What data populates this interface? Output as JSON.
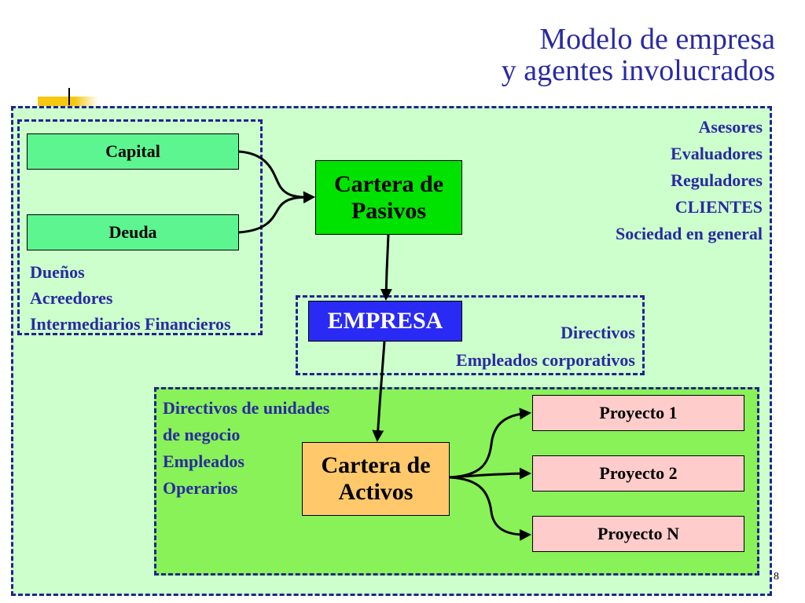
{
  "title": {
    "line1": "Modelo de empresa",
    "line2": "y agentes involucrados"
  },
  "boxes": {
    "capital": "Capital",
    "deuda": "Deuda",
    "pasivos": [
      "Cartera de",
      "Pasivos"
    ],
    "empresa": "EMPRESA",
    "activos": [
      "Cartera de",
      "Activos"
    ],
    "proyecto_1": "Proyecto 1",
    "proyecto_2": "Proyecto 2",
    "proyecto_n": "Proyecto N"
  },
  "labels": {
    "external": [
      "Asesores",
      "Evaluadores",
      "Reguladores",
      "CLIENTES",
      "Sociedad en general"
    ],
    "owners": [
      "Dueños",
      "Acreedores",
      "Intermediarios Financieros"
    ],
    "empresa": [
      "Directivos",
      "Empleados corporativos"
    ],
    "business": [
      "Directivos de unidades",
      "de negocio",
      "Empleados",
      "Operarios"
    ]
  },
  "page_number": "8",
  "colors": {
    "text_blue": "#2a2aa0",
    "outer_fill": "#ccffcc",
    "business_fill": "#88f258",
    "funding_box": "#5df590",
    "pasivos_box": "#00e200",
    "empresa_box": "#2a2af5",
    "activos_box": "#ffc86a",
    "project_box": "#ffcccc",
    "dashed_border": "#23238f"
  }
}
